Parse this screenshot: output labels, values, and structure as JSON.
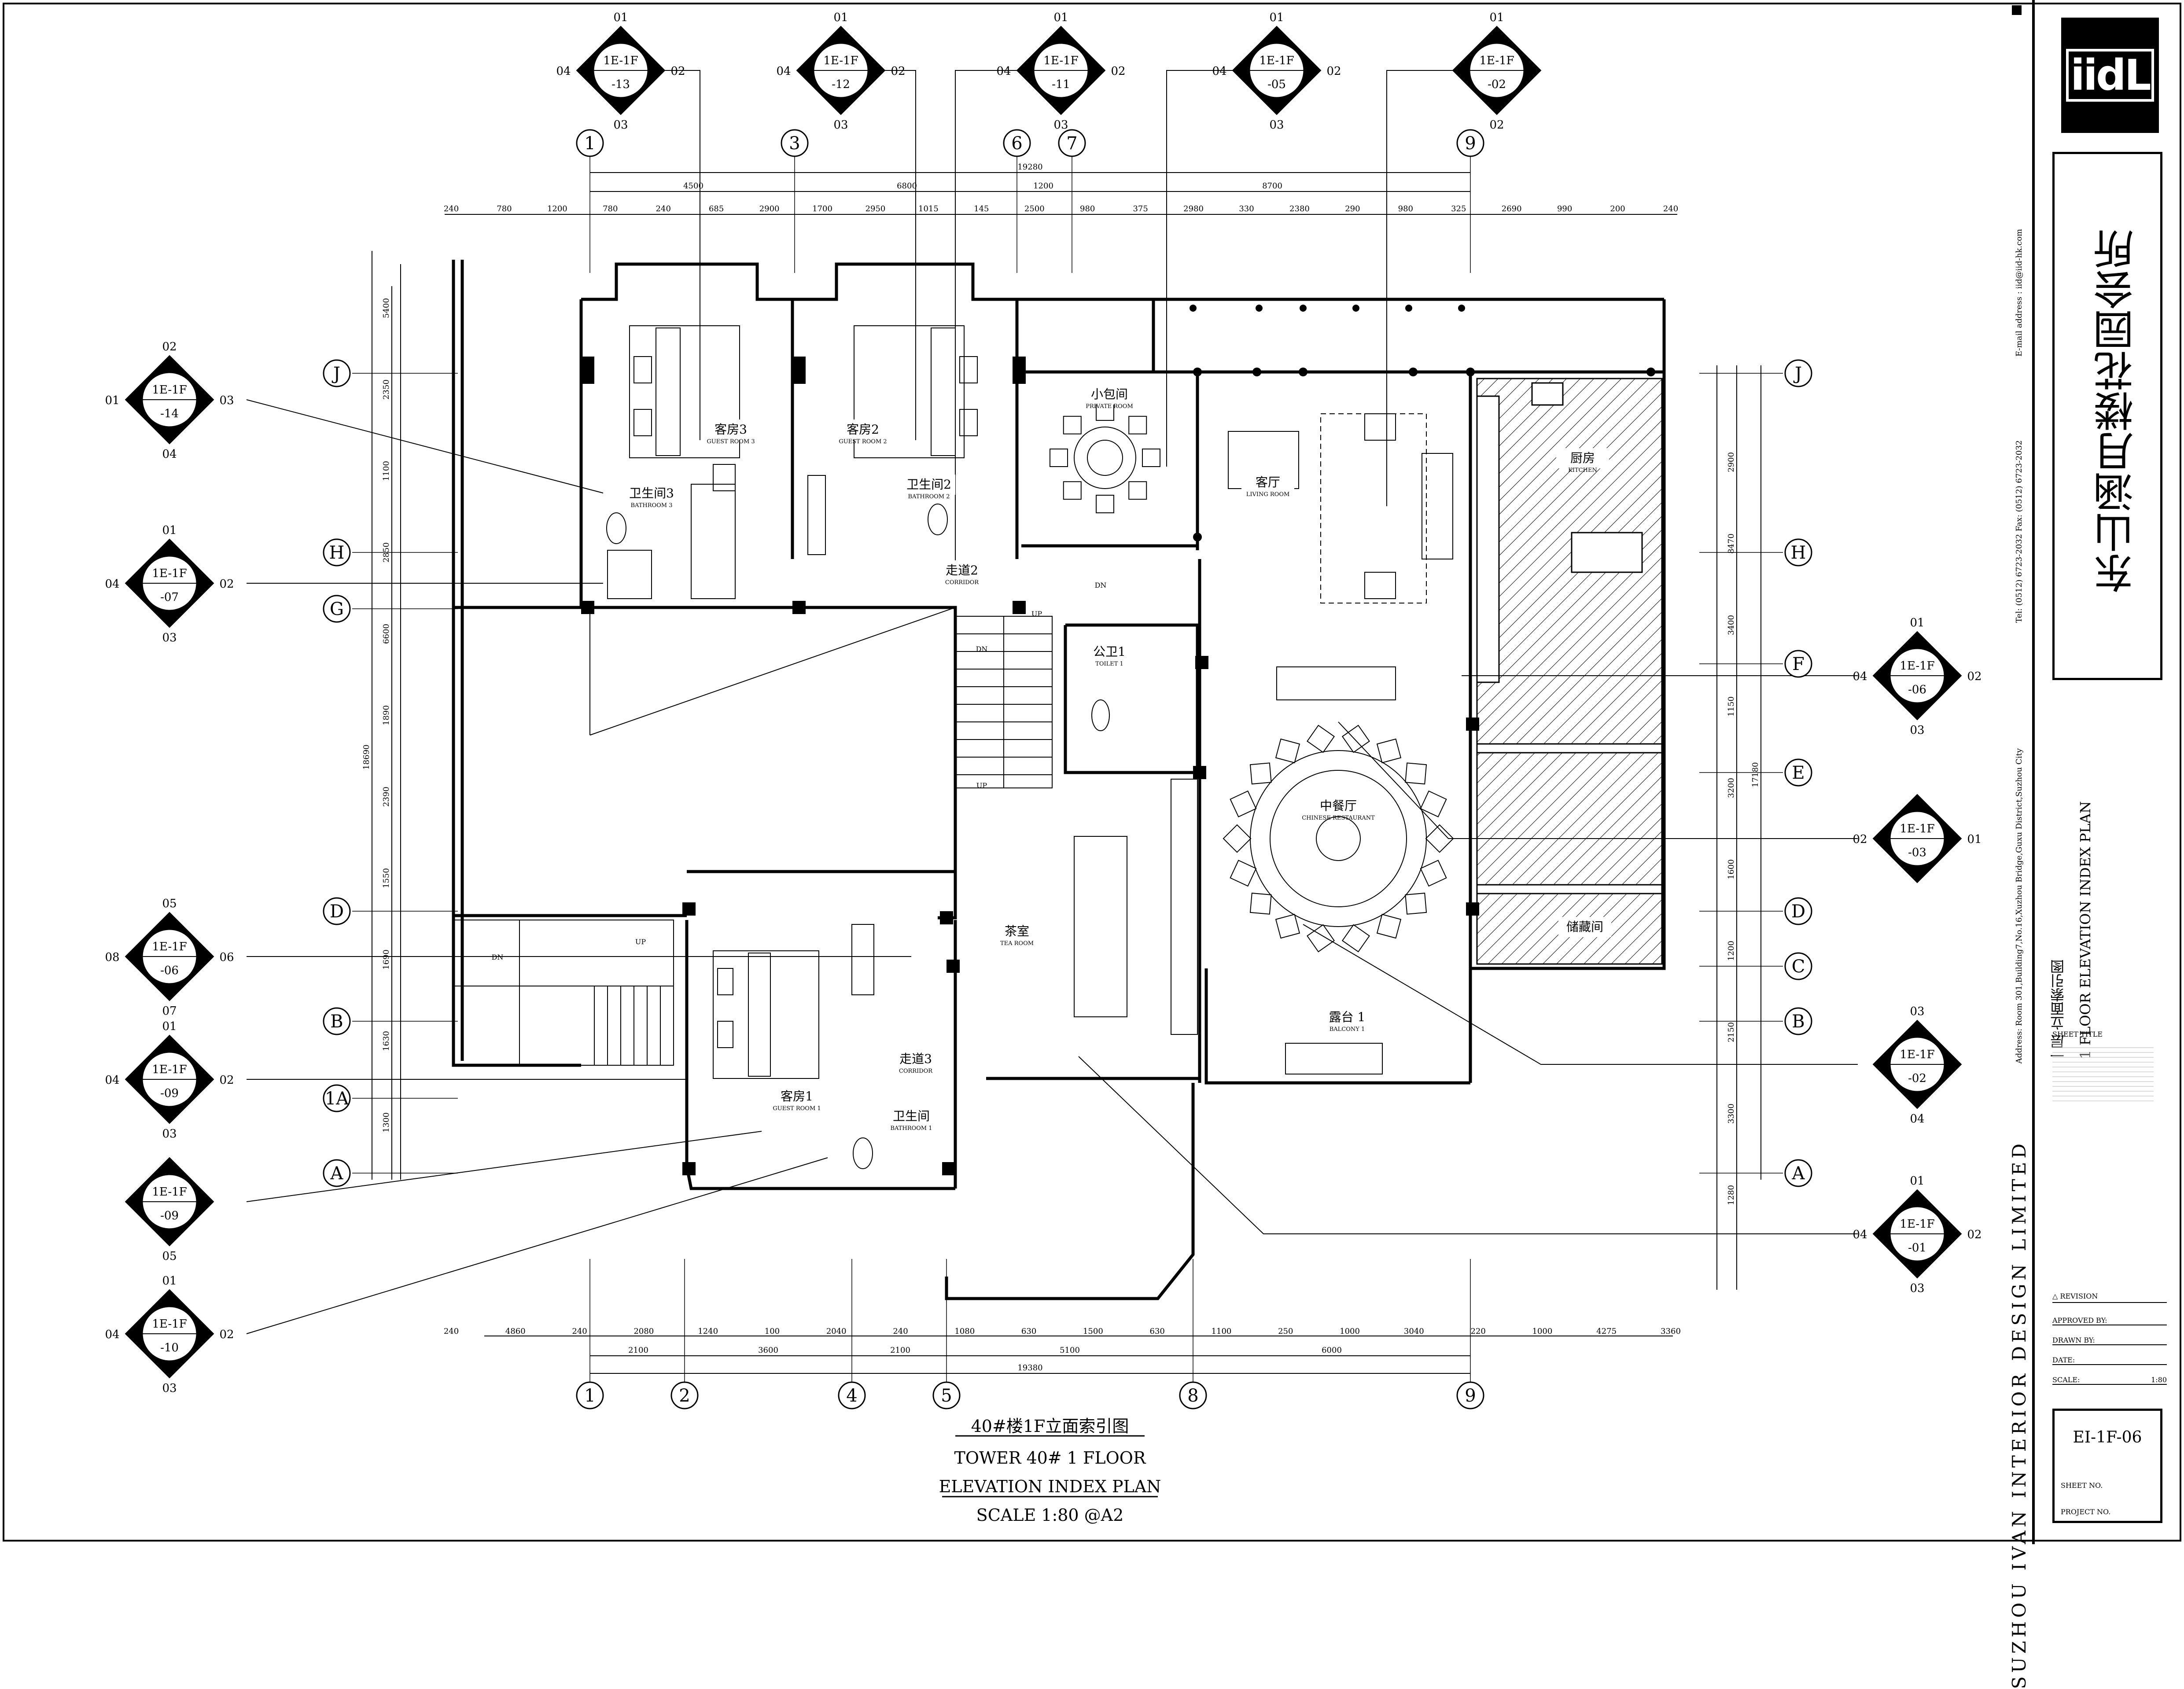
{
  "drawing": {
    "title_cn": "40#楼1F立面索引图",
    "title_en_1": "TOWER 40# 1 FLOOR",
    "title_en_2": "ELEVATION  INDEX  PLAN",
    "scale": "SCALE 1:80  @A2"
  },
  "title_block": {
    "logo": "iidL",
    "project_name": "东山涵月楼花园会所",
    "contact": "Tel: (0512) 6723-2032 Fax: (0512) 6723-2032",
    "email": "E-mail address : iid@iid-hk.com",
    "address": "Address: Room 301,Building7,No.16,Xuzhou Bridge,Guxu District,Suzhou City",
    "company": "SUZHOU  IVAN  INTERIOR  DESIGN  LIMITED",
    "sheet_title_label": "SHEET TITLE",
    "sheet_title_cn": "一层 立面索引图",
    "sheet_title_en": "1 FLOOR  ELEVATION  INDEX  PLAN",
    "revision_label": "REVISION",
    "approved_label": "APPROVED BY:",
    "drawn_label": "DRAWN BY:",
    "date_label": "DATE:",
    "scale_label": "SCALE:",
    "scale_value": "1:80",
    "sheet_no": "EI-1F-06",
    "sheet_no_label": "SHEET NO.",
    "project_no_label": "PROJECT NO."
  },
  "grid": {
    "top": [
      "1",
      "3",
      "6",
      "7",
      "9"
    ],
    "bottom": [
      "1",
      "2",
      "4",
      "5",
      "8",
      "9"
    ],
    "left": [
      "J",
      "H",
      "G",
      "D",
      "B",
      "1A",
      "A"
    ],
    "right": [
      "J",
      "H",
      "F",
      "E",
      "D",
      "C",
      "B",
      "A"
    ]
  },
  "dims": {
    "top_total": "19280",
    "top_row1": [
      "4500",
      "6800",
      "1200",
      "8700"
    ],
    "top_row2": [
      "240",
      "780",
      "1200",
      "780",
      "240",
      "685",
      "2900",
      "1700",
      "2950",
      "1015",
      "145",
      "2500",
      "980",
      "375",
      "2980",
      "330",
      "2380",
      "290",
      "980",
      "325",
      "2690",
      "990",
      "200",
      "240"
    ],
    "bottom_row1": [
      "240",
      "4860",
      "240",
      "2080",
      "1240",
      "100",
      "2040",
      "240",
      "1080",
      "630",
      "1500",
      "630",
      "1100",
      "250",
      "1000",
      "3040",
      "220",
      "1000",
      "4275",
      "3360"
    ],
    "bottom_row2": [
      "2100",
      "3600",
      "2100",
      "5100",
      "6000"
    ],
    "bottom_total": "19380",
    "left_total": "18690",
    "left_col": [
      "5400",
      "2350",
      "1100",
      "2850",
      "6600",
      "1890",
      "2390",
      "1550",
      "1690",
      "1630",
      "1300"
    ],
    "right_total": "17180",
    "right_col": [
      "2900",
      "8470",
      "3400",
      "1150",
      "3200",
      "1600",
      "1200",
      "2150",
      "3300",
      "1280"
    ]
  },
  "rooms": [
    {
      "cn": "客房3",
      "en": "GUEST ROOM 3"
    },
    {
      "cn": "客房2",
      "en": "GUEST ROOM 2"
    },
    {
      "cn": "小包间",
      "en": "PRIVATE ROOM"
    },
    {
      "cn": "客厅",
      "en": "LIVING ROOM"
    },
    {
      "cn": "厨房",
      "en": "KITCHEN"
    },
    {
      "cn": "卫生间3",
      "en": "BATHROOM 3"
    },
    {
      "cn": "卫生间2",
      "en": "BATHROOM 2"
    },
    {
      "cn": "走道2",
      "en": "CORRIDOR"
    },
    {
      "cn": "公卫1",
      "en": "TOILET 1"
    },
    {
      "cn": "中餐厅",
      "en": "CHINESE RESTAURANT"
    },
    {
      "cn": "茶室",
      "en": "TEA ROOM"
    },
    {
      "cn": "储藏间",
      "en": ""
    },
    {
      "cn": "露台 1",
      "en": "BALCONY 1"
    },
    {
      "cn": "客房1",
      "en": "GUEST ROOM 1"
    },
    {
      "cn": "走道3",
      "en": "CORRIDOR"
    },
    {
      "cn": "卫生间",
      "en": "BATHROOM 1"
    }
  ],
  "markers": [
    {
      "l1": "1E-1F",
      "l2": "-13",
      "n": "01",
      "e": "02",
      "s": "03",
      "w": "04"
    },
    {
      "l1": "1E-1F",
      "l2": "-12",
      "n": "01",
      "e": "02",
      "s": "03",
      "w": "04"
    },
    {
      "l1": "1E-1F",
      "l2": "-11",
      "n": "01",
      "e": "02",
      "s": "03",
      "w": "04"
    },
    {
      "l1": "1E-1F",
      "l2": "-05",
      "n": "01",
      "e": "02",
      "s": "03",
      "w": "04"
    },
    {
      "l1": "1E-1F",
      "l2": "-02",
      "n": "01",
      "e": "",
      "s": "02",
      "w": ""
    },
    {
      "l1": "1E-1F",
      "l2": "-14",
      "n": "02",
      "e": "03",
      "s": "04",
      "w": "01"
    },
    {
      "l1": "1E-1F",
      "l2": "-07",
      "n": "01",
      "e": "02",
      "s": "03",
      "w": "04"
    },
    {
      "l1": "1E-1F",
      "l2": "-06",
      "n": "05",
      "e": "06",
      "s": "07",
      "w": "08"
    },
    {
      "l1": "1E-1F",
      "l2": "-09",
      "n": "01",
      "e": "02",
      "s": "03",
      "w": "04"
    },
    {
      "l1": "1E-1F",
      "l2": "-09",
      "n": "",
      "e": "",
      "s": "05",
      "w": ""
    },
    {
      "l1": "1E-1F",
      "l2": "-10",
      "n": "01",
      "e": "02",
      "s": "03",
      "w": "04"
    },
    {
      "l1": "1E-1F",
      "l2": "-06",
      "n": "01",
      "e": "02",
      "s": "03",
      "w": "04"
    },
    {
      "l1": "1E-1F",
      "l2": "-03",
      "n": "",
      "e": "01",
      "s": "",
      "w": "02"
    },
    {
      "l1": "1E-1F",
      "l2": "-02",
      "n": "03",
      "e": "",
      "s": "04",
      "w": ""
    },
    {
      "l1": "1E-1F",
      "l2": "-01",
      "n": "01",
      "e": "02",
      "s": "03",
      "w": "04"
    }
  ],
  "stair_labels": [
    "UP",
    "DN",
    "UP",
    "DN",
    "DN",
    "UP"
  ]
}
